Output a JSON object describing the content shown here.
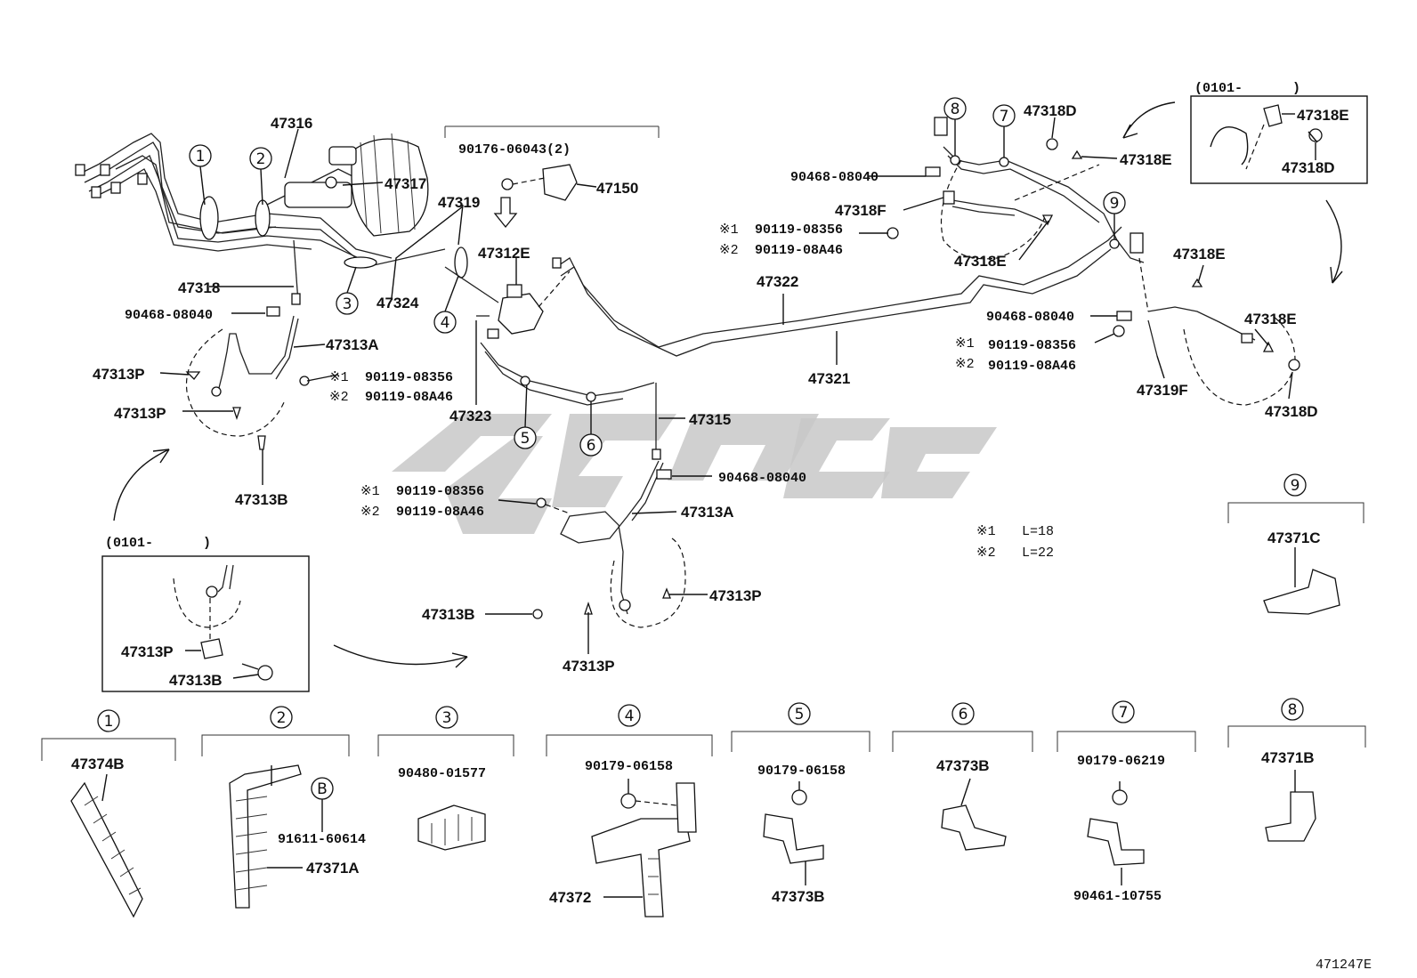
{
  "diagram_id": "471247E",
  "labels": {
    "p47316": "47316",
    "p47317": "47317",
    "p47319": "47319",
    "p90176": "90176-06043(2)",
    "p47150": "47150",
    "p47312E": "47312E",
    "p47318_left": "47318",
    "p47324": "47324",
    "p90468_a": "90468-08040",
    "p47313A_left": "47313A",
    "p47313P_a": "47313P",
    "p47313P_b": "47313P",
    "p90119_a1": "90119-08356",
    "p90119_a2": "90119-08A46",
    "p47323": "47323",
    "p47313B_a": "47313B",
    "p47315": "47315",
    "p90468_b": "90468-08040",
    "p90119_b1": "90119-08356",
    "p90119_b2": "90119-08A46",
    "p47313A_mid": "47313A",
    "p47313B_b": "47313B",
    "p47313P_c": "47313P",
    "p47313P_d": "47313P",
    "inset_left_header": "(0101-",
    "inset_left_close": ")",
    "p47313P_e": "47313P",
    "p47313B_c": "47313B",
    "p47318D_a": "47318D",
    "p90468_c": "90468-08040",
    "p47318F": "47318F",
    "p90119_c1": "90119-08356",
    "p90119_c2": "90119-08A46",
    "p47318E_a": "47318E",
    "p47318E_b": "47318E",
    "p47322": "47322",
    "p47321": "47321",
    "p90468_d": "90468-08040",
    "p90119_d1": "90119-08356",
    "p90119_d2": "90119-08A46",
    "p47319F": "47319F",
    "p47318E_c": "47318E",
    "p47318E_d": "47318E",
    "p47318D_b": "47318D",
    "inset_right_header": "(0101-",
    "inset_right_close": ")",
    "p47318E_e": "47318E",
    "p47318D_c": "47318D"
  },
  "notes": {
    "mark1": "※1",
    "mark2": "※2",
    "len1": "L=18",
    "len2": "L=22"
  },
  "callouts": [
    "1",
    "2",
    "3",
    "4",
    "5",
    "6",
    "7",
    "8",
    "9",
    "B"
  ],
  "details": {
    "d1": {
      "num": "1",
      "part": "47374B"
    },
    "d2": {
      "num": "2",
      "part_b": "91611-60614",
      "part": "47371A",
      "ref": "B"
    },
    "d3": {
      "num": "3",
      "part": "90480-01577"
    },
    "d4": {
      "num": "4",
      "bolt": "90179-06158",
      "part": "47372"
    },
    "d5": {
      "num": "5",
      "bolt": "90179-06158",
      "part": "47373B"
    },
    "d6": {
      "num": "6",
      "part": "47373B"
    },
    "d7": {
      "num": "7",
      "bolt": "90179-06219",
      "part": "90461-10755"
    },
    "d8": {
      "num": "8",
      "part": "47371B"
    },
    "d9": {
      "num": "9",
      "part": "47371C"
    }
  }
}
